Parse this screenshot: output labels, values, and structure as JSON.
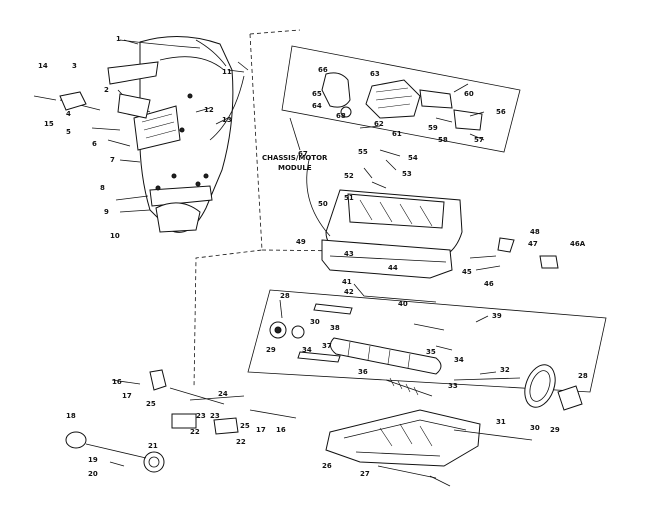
{
  "module_label": [
    "CHASSIS/MOTOR",
    "MODULE"
  ],
  "labels": [
    "1",
    "2",
    "3",
    "4",
    "5",
    "6",
    "7",
    "8",
    "9",
    "10",
    "11",
    "12",
    "13",
    "14",
    "15",
    "16",
    "16",
    "17",
    "17",
    "18",
    "19",
    "20",
    "21",
    "22",
    "22",
    "23",
    "23",
    "24",
    "25",
    "25",
    "26",
    "27",
    "28",
    "28",
    "29",
    "29",
    "30",
    "30",
    "31",
    "32",
    "33",
    "34",
    "34",
    "35",
    "36",
    "37",
    "38",
    "39",
    "40",
    "41",
    "42",
    "43",
    "44",
    "45",
    "46",
    "46A",
    "47",
    "48",
    "49",
    "50",
    "51",
    "52",
    "53",
    "54",
    "55",
    "56",
    "57",
    "58",
    "59",
    "60",
    "61",
    "62",
    "63",
    "64",
    "65",
    "66",
    "67",
    "68"
  ]
}
